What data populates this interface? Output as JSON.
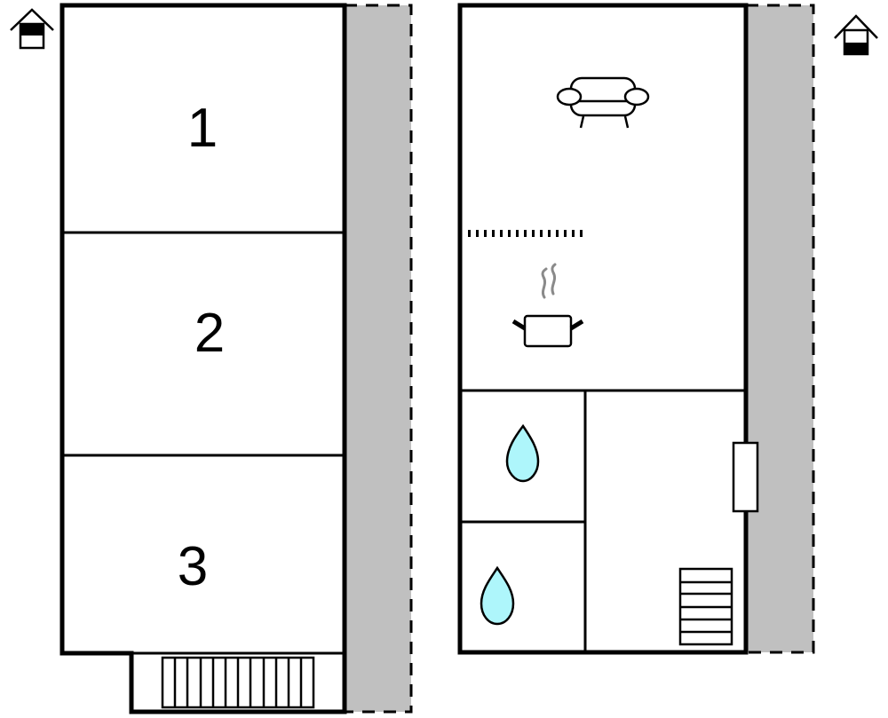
{
  "plan": {
    "colors": {
      "wall": "#000000",
      "terrace": "#c0c0c0",
      "water": "#aef6fb",
      "steam": "#8a8a8a",
      "background": "#ffffff"
    },
    "floors": [
      {
        "name": "upper-floor",
        "floor_indicator": "upper-floor-icon",
        "rooms": [
          {
            "label": "1",
            "type": "bedroom"
          },
          {
            "label": "2",
            "type": "bedroom"
          },
          {
            "label": "3",
            "type": "bedroom"
          }
        ],
        "features": [
          "stairs",
          "terrace"
        ]
      },
      {
        "name": "ground-floor",
        "floor_indicator": "ground-floor-icon",
        "rooms": [
          {
            "label": "",
            "type": "living-room",
            "icon": "sofa-icon"
          },
          {
            "label": "",
            "type": "kitchen",
            "icon": "cooking-pot-icon"
          },
          {
            "label": "",
            "type": "bathroom",
            "icon": "water-drop-icon"
          },
          {
            "label": "",
            "type": "bathroom",
            "icon": "water-drop-icon"
          },
          {
            "label": "",
            "type": "hallway",
            "icon": "stairs-icon"
          }
        ],
        "features": [
          "door",
          "terrace",
          "room-divider"
        ]
      }
    ]
  }
}
